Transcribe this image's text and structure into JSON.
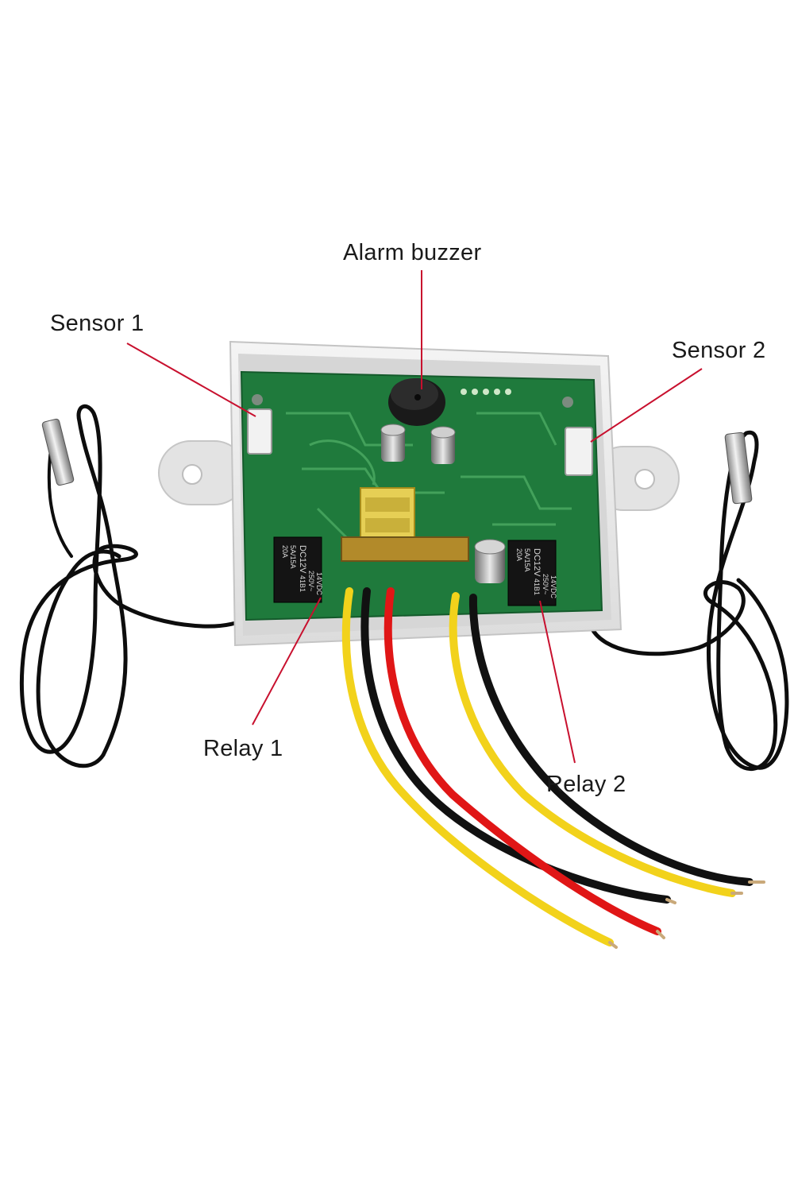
{
  "labels": {
    "alarm_buzzer": "Alarm buzzer",
    "sensor_1": "Sensor 1",
    "sensor_2": "Sensor 2",
    "relay_1": "Relay 1",
    "relay_2": "Relay 2"
  },
  "relay_markings": {
    "relay_1": [
      "20A",
      "5A/15A",
      "DC12V",
      "250V~",
      "41B1",
      "14VDC"
    ],
    "relay_2": [
      "20A",
      "5A/15A",
      "DC12V",
      "250V~",
      "41B1",
      "14VDC"
    ]
  },
  "colors": {
    "pcb": "#1f7a3c",
    "enclosure": "#ececec",
    "pointer": "#c8102e",
    "wire_yellow": "#f2d21b",
    "wire_red": "#e01616",
    "wire_black": "#111111",
    "probe_cable": "#0d0d0d"
  }
}
